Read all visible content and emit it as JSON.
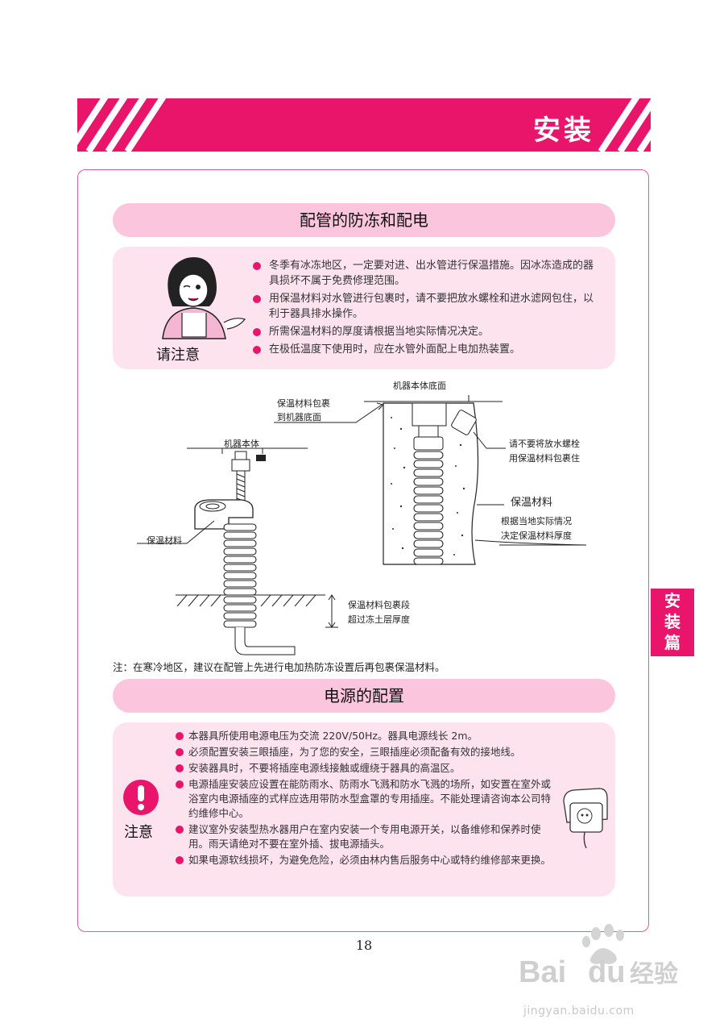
{
  "header": {
    "title": "安装"
  },
  "side_tab": {
    "chars": [
      "安",
      "装",
      "篇"
    ]
  },
  "section1": {
    "title": "配管的防冻和配电",
    "caption": "请注意",
    "bullets": [
      "冬季有冰冻地区，一定要对进、出水管进行保温措施。因冰冻造成的器具损坏不属于免费修理范围。",
      "用保温材料对水管进行包裹时，请不要把放水螺栓和进水滤网包住，以利于器具排水操作。",
      "所需保温材料的厚度请根据当地实际情况决定。",
      "在极低温度下使用时，应在水管外面配上电加热装置。"
    ]
  },
  "diagram": {
    "left": {
      "machine_body": "机器本体",
      "insulation": "保温材料",
      "wrap_line1": "保温材料包裹段",
      "wrap_line2": "超过冻土层厚度"
    },
    "right": {
      "machine_bottom": "机器本体底面",
      "wrap_to_bottom_line1": "保温材料包裹",
      "wrap_to_bottom_line2": "到机器底面",
      "drain_line1": "请不要将放水螺栓",
      "drain_line2": "用保温材料包裹住",
      "insulation": "保温材料",
      "thickness_line1": "根据当地实际情况",
      "thickness_line2": "决定保温材料厚度"
    },
    "note": "注：在寒冷地区，建议在配管上先进行电加热防冻设置后再包裹保温材料。"
  },
  "section2": {
    "title": "电源的配置",
    "caption": "注意",
    "bullets": [
      "本器具所使用电源电压为交流 220V/50Hz。器具电源线长 2m。",
      "必须配置安装三眼插座，为了您的安全，三眼插座必须配备有效的接地线。",
      "安装器具时，不要将插座电源线接触或缠绕于器具的高温区。",
      "电源插座安装应设置在能防雨水、防雨水飞溅和防水飞溅的场所，如安置在室外或浴室内电源插座的式样应选用带防水型盒罩的专用插座。不能处理请咨询本公司特约维修中心。",
      "建议室外安装型热水器用户在室内安装一个专用电源开关，以备维修和保养时使用。雨天请绝对不要在室外插、拔电源插头。",
      "如果电源软线损坏，为避免危险，必须由林内售后服务中心或特约维修部来更换。"
    ]
  },
  "page_number": "18",
  "watermark": {
    "brand": "Bai",
    "brand2": "du",
    "brand_cn": "经验",
    "url": "jingyan.baidu.com"
  },
  "colors": {
    "accent": "#e8156b",
    "pill": "#fbc6dd",
    "panel": "#fde3ee"
  }
}
